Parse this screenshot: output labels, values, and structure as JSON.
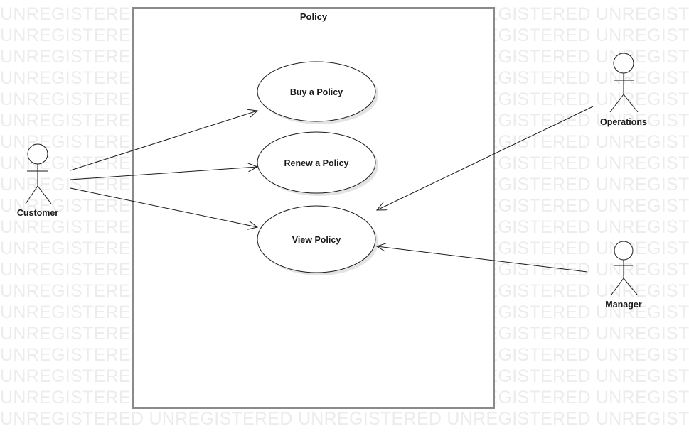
{
  "watermark_text": "UNREGISTERED",
  "colors": {
    "watermark": "#ececec",
    "boundary_border": "#8a8a8a",
    "stroke": "#1a1a1a",
    "shadow": "#e3e3e3"
  },
  "system": {
    "title": "Policy"
  },
  "use_cases": {
    "buy": "Buy a Policy",
    "renew": "Renew a Policy",
    "view": "View Policy"
  },
  "actors": {
    "customer": "Customer",
    "operations": "Operations",
    "manager": "Manager"
  }
}
